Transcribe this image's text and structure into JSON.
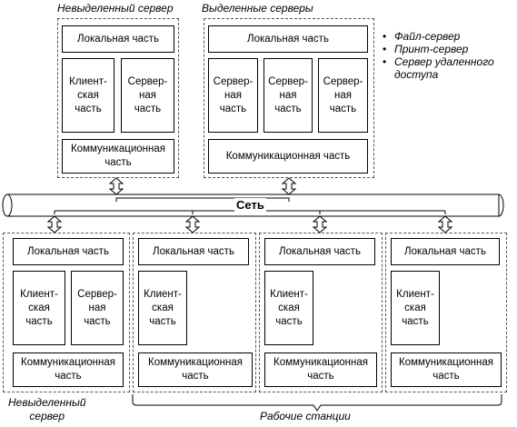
{
  "top": {
    "non_dedicated_caption": "Невыделенный сервер",
    "dedicated_caption": "Выделенные серверы",
    "non_dedicated": {
      "local": "Локальная часть",
      "client": "Клиент-\nская\nчасть",
      "server": "Сервер-\nная\nчасть",
      "comm": "Коммуникационная\nчасть"
    },
    "dedicated": {
      "local": "Локальная часть",
      "server1": "Сервер-\nная\nчасть",
      "server2": "Сервер-\nная\nчасть",
      "server3": "Сервер-\nная\nчасть",
      "comm": "Коммуникационная часть"
    },
    "legend": [
      "Файл-сервер",
      "Принт-сервер",
      "Сервер удаленного\nдоступа"
    ]
  },
  "network_label": "Сеть",
  "bottom": {
    "server": {
      "local": "Локальная часть",
      "client": "Клиент-\nская\nчасть",
      "server": "Сервер-\nная\nчасть",
      "comm": "Коммуникационная\nчасть"
    },
    "workstations": [
      {
        "local": "Локальная часть",
        "client": "Клиент-\nская\nчасть",
        "comm": "Коммуникационная\nчасть"
      },
      {
        "local": "Локальная часть",
        "client": "Клиент-\nская\nчасть",
        "comm": "Коммуникационная\nчасть"
      },
      {
        "local": "Локальная часть",
        "client": "Клиент-\nская\nчасть",
        "comm": "Коммуникационная\nчасть"
      }
    ],
    "non_dedicated_caption": "Невыделенный\nсервер",
    "workstations_caption": "Рабочие станции"
  }
}
